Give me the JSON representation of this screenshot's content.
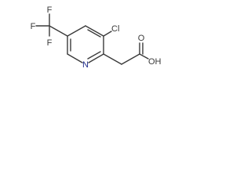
{
  "molecule": {
    "atoms": {
      "f_top": "F",
      "f_left": "F",
      "f_bottom": "F",
      "chlorine": "Cl",
      "nitrogen": "N",
      "oxygen_double": "O",
      "hydroxyl": "OH"
    }
  }
}
